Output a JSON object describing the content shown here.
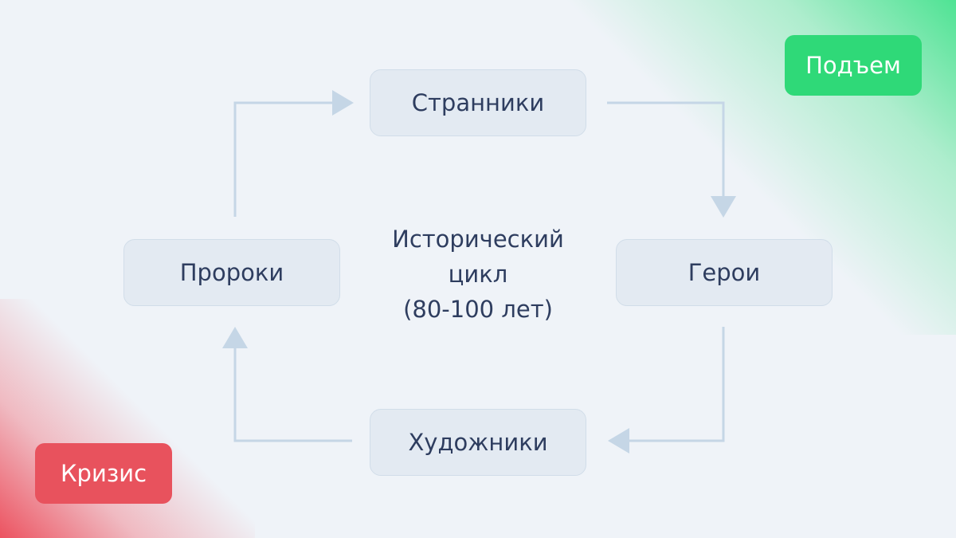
{
  "diagram": {
    "title_lines": [
      "Исторический",
      "цикл",
      "(80-100 лет)"
    ],
    "nodes": {
      "top": "Странники",
      "right": "Герои",
      "bottom": "Художники",
      "left": "Пророки"
    },
    "badges": {
      "rise": "Подъем",
      "crisis": "Кризис"
    },
    "colors": {
      "rise": "#2fd978",
      "crisis": "#e8525d",
      "arrow": "#c5d6e6",
      "node_fill": "#e3eaf2",
      "text": "#2e3d5f"
    }
  }
}
